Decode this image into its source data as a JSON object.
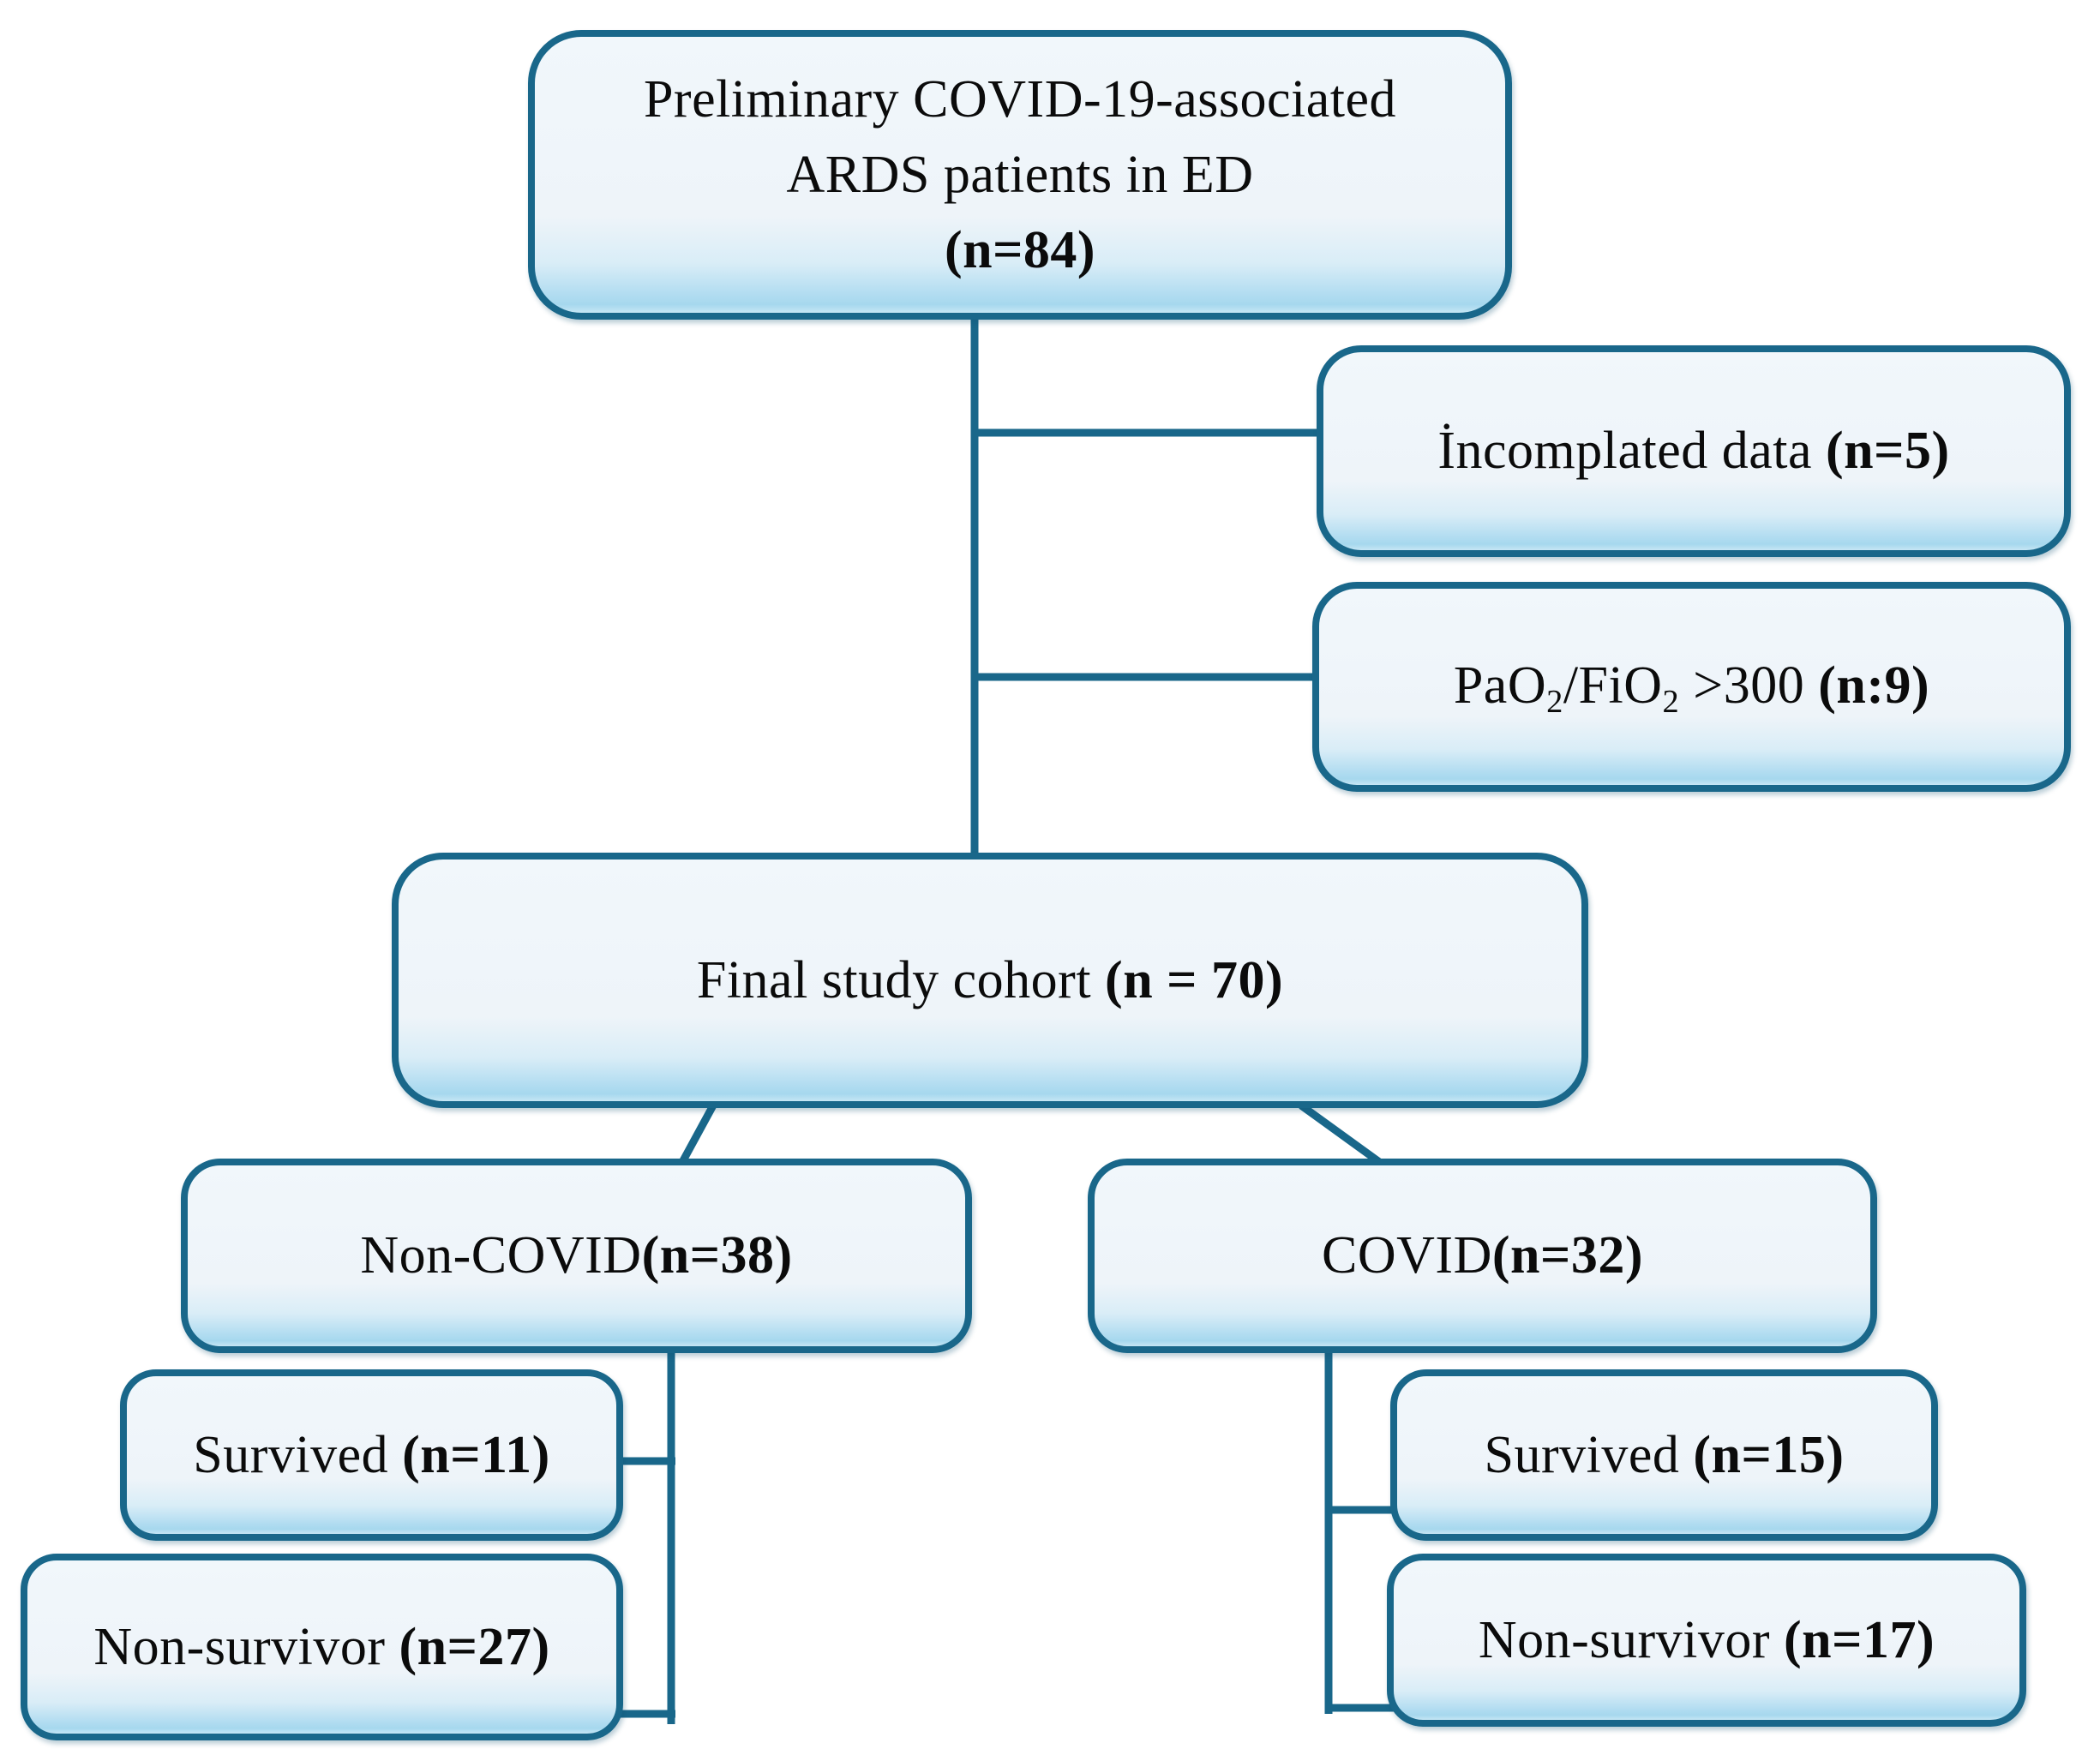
{
  "colors": {
    "node_border": "#19678a",
    "node_fill_top": "#f1f7fb",
    "node_fill_bottom": "#a6d8ee",
    "connector": "#19678a",
    "text": "#0b0b0b"
  },
  "boxes": {
    "preliminary": {
      "lines": [
        [
          {
            "text": "Preliminary COVID-19-associated"
          }
        ],
        [
          {
            "text": "ARDS patients in ED"
          }
        ],
        [
          {
            "text": "(n=84)",
            "bold": true
          }
        ]
      ]
    },
    "incomplete": {
      "lines": [
        [
          {
            "text": "İncomplated data "
          },
          {
            "text": "(n=5)",
            "bold": true
          }
        ]
      ]
    },
    "pao2": {
      "lines": [
        [
          {
            "text": "PaO"
          },
          {
            "text": "2",
            "sub": true
          },
          {
            "text": "/FiO"
          },
          {
            "text": "2",
            "sub": true
          },
          {
            "text": " >300 "
          },
          {
            "text": "(n:9)",
            "bold": true
          }
        ]
      ]
    },
    "final_cohort": {
      "lines": [
        [
          {
            "text": "Final study cohort "
          },
          {
            "text": "(n = 70)",
            "bold": true
          }
        ]
      ]
    },
    "noncovid": {
      "lines": [
        [
          {
            "text": "Non-COVID"
          },
          {
            "text": "(n=38)",
            "bold": true
          }
        ]
      ]
    },
    "covid": {
      "lines": [
        [
          {
            "text": "COVID"
          },
          {
            "text": "(n=32)",
            "bold": true
          }
        ]
      ]
    },
    "survived_noncovid": {
      "lines": [
        [
          {
            "text": "Survived "
          },
          {
            "text": "(n=11)",
            "bold": true
          }
        ]
      ]
    },
    "nonsurvivor_noncovid": {
      "lines": [
        [
          {
            "text": "Non-survivor "
          },
          {
            "text": "(n=27)",
            "bold": true
          }
        ]
      ]
    },
    "survived_covid": {
      "lines": [
        [
          {
            "text": "Survived "
          },
          {
            "text": "(n=15)",
            "bold": true
          }
        ]
      ]
    },
    "nonsurvivor_covid": {
      "lines": [
        [
          {
            "text": "Non-survivor "
          },
          {
            "text": "(n=17)",
            "bold": true
          }
        ]
      ]
    }
  }
}
